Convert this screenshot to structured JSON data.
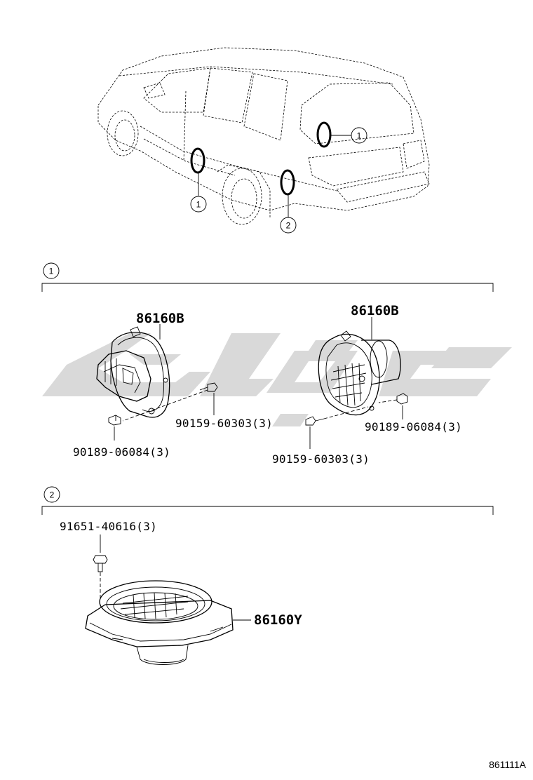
{
  "callouts": {
    "one": "1",
    "two": "2"
  },
  "section1": {
    "label": "1",
    "left_speaker": {
      "part": "86160B",
      "screw": "90159-60303(3)",
      "nut": "90189-06084(3)"
    },
    "right_speaker": {
      "part": "86160B",
      "screw": "90159-60303(3)",
      "nut": "90189-06084(3)"
    }
  },
  "section2": {
    "label": "2",
    "screw": "91651-40616(3)",
    "part": "86160Y"
  },
  "figure_id": "861111A",
  "colors": {
    "line": "#000000",
    "watermark": "#d9d9d9",
    "background": "#ffffff"
  }
}
